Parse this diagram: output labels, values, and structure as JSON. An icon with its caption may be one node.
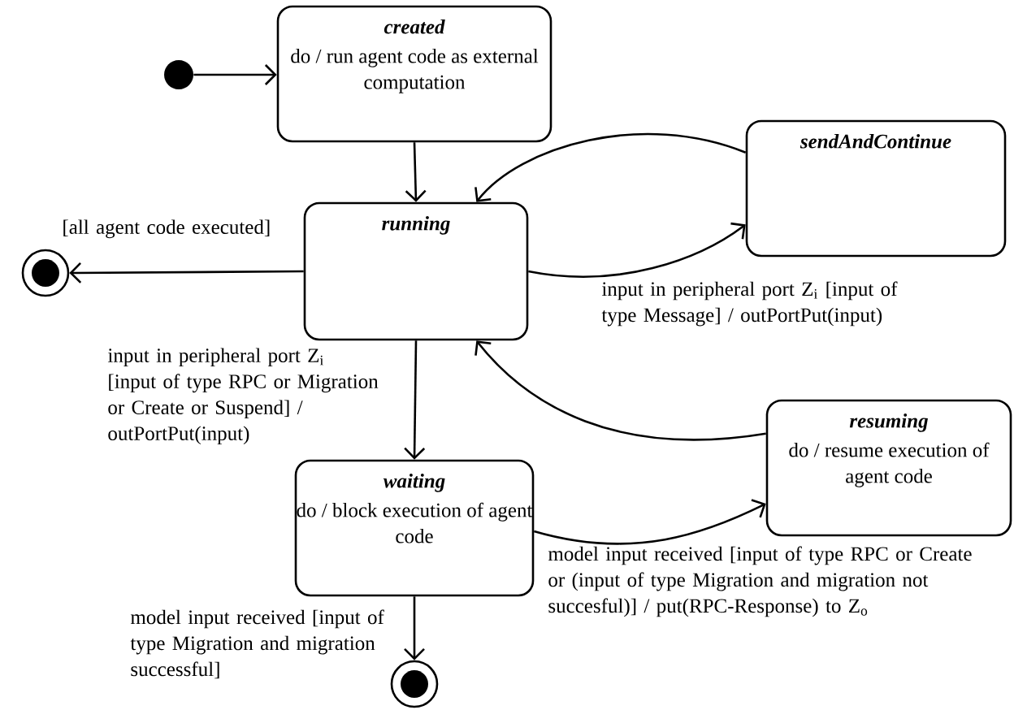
{
  "diagram": {
    "nodes": [
      {
        "text": [],
        "shape": "circle"
      },
      {
        "text": [
          "created",
          "do / run agent code as external computation"
        ]
      },
      {
        "text": [
          "running"
        ]
      },
      {
        "text": [
          "sendAndContinue"
        ]
      },
      {
        "text": [],
        "shape": "bullseye"
      },
      {
        "text": [
          "waiting",
          "do / block execution of agent code"
        ]
      },
      {
        "text": [
          "resuming",
          "do / resume execution of agent code"
        ]
      },
      {
        "text": [],
        "shape": "bullseye"
      }
    ],
    "edges": [
      {
        "from": 0,
        "to": 1,
        "arrow": "to"
      },
      {
        "from": 1,
        "to": 2,
        "arrow": "to"
      },
      {
        "from": 3,
        "to": 2,
        "arrow": "to"
      },
      {
        "from": 2,
        "to": 3,
        "arrow": "to",
        "label": "input in peripheral port Z$_{i}$ [input of type Message] / outPortPut(input)"
      },
      {
        "from": 2,
        "to": 4,
        "arrow": "to",
        "label": "[all agent code executed]"
      },
      {
        "from": 2,
        "to": 5,
        "arrow": "to",
        "label": "input in peripheral port Z$_{i}$ [input of type RPC or Migration or Create or Suspend] / outPortPut(input)"
      },
      {
        "from": 6,
        "to": 2,
        "arrow": "to"
      },
      {
        "from": 5,
        "to": 6,
        "arrow": "to",
        "label": "model input received [input of type RPC or Create or (input of type Migration and migration not succesful)] / put(RPC-Response) to Z$_{o}$"
      },
      {
        "from": 5,
        "to": 7,
        "arrow": "to",
        "label": "model input received [input of type Migration and migration successful]"
      }
    ]
  }
}
